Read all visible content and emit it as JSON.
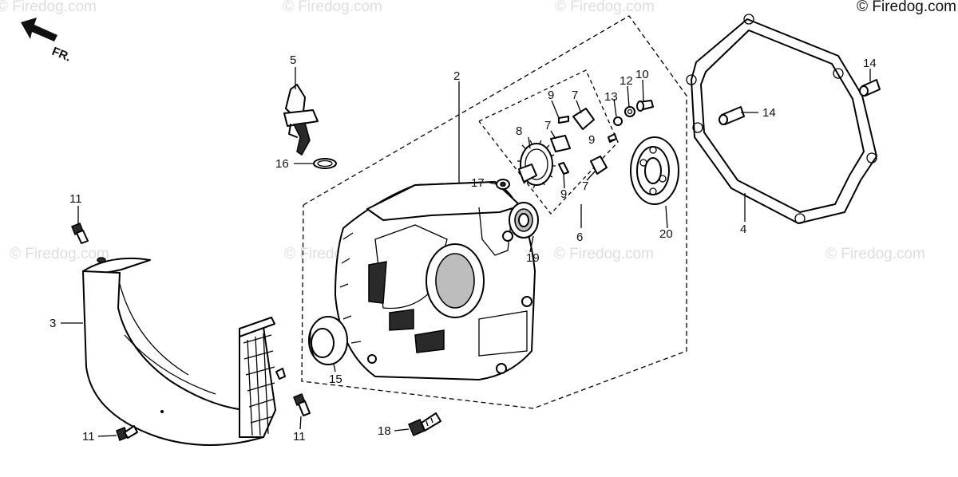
{
  "copyright": "© Firedog.com",
  "watermark": "© Firedog.com",
  "direction_label": "FR.",
  "callouts": {
    "c2": "2",
    "c3": "3",
    "c4": "4",
    "c5": "5",
    "c6": "6",
    "c7a": "7",
    "c7b": "7",
    "c7c": "7",
    "c8": "8",
    "c9a": "9",
    "c9b": "9",
    "c9c": "9",
    "c10": "10",
    "c11a": "11",
    "c11b": "11",
    "c11c": "11",
    "c12": "12",
    "c13": "13",
    "c14a": "14",
    "c14b": "14",
    "c15": "15",
    "c16": "16",
    "c17": "17",
    "c18": "18",
    "c19": "19",
    "c20": "20"
  }
}
